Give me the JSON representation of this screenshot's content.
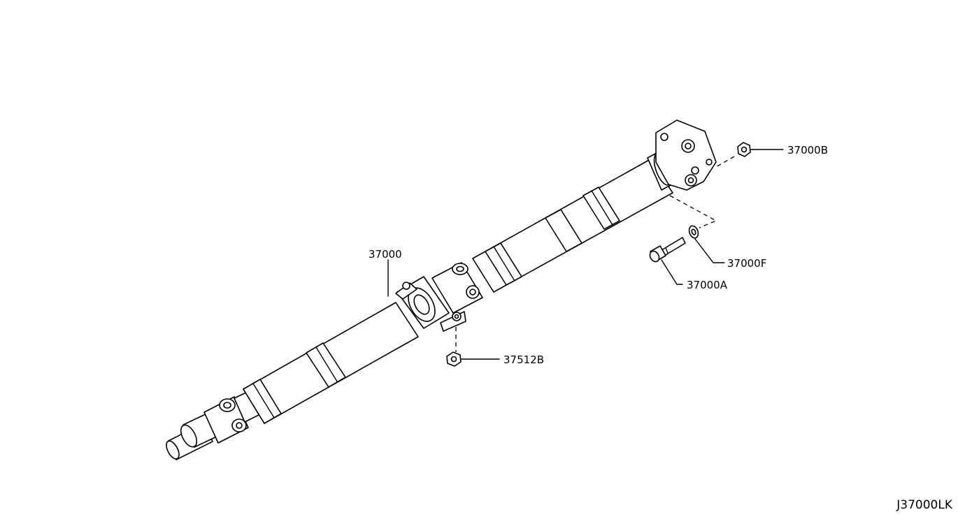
{
  "diagram": {
    "code": "J37000LK",
    "parts": [
      {
        "id": "shaft",
        "label": "37000"
      },
      {
        "id": "flange_nut",
        "label": "37000B"
      },
      {
        "id": "washer",
        "label": "37000F"
      },
      {
        "id": "bolt",
        "label": "37000A"
      },
      {
        "id": "bearing_nut",
        "label": "37512B"
      }
    ]
  }
}
